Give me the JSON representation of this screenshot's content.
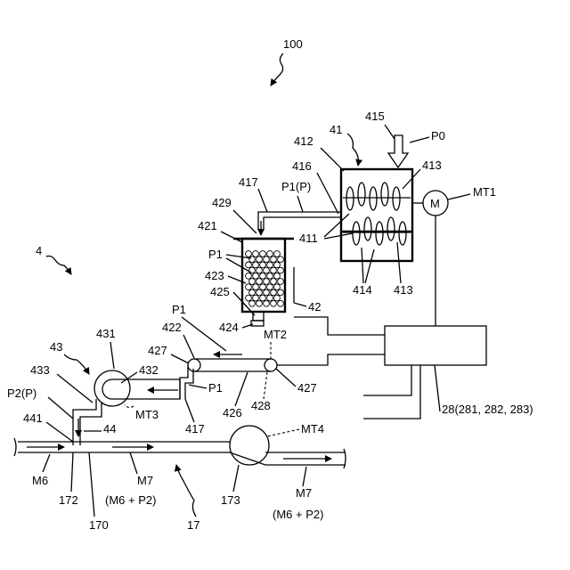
{
  "labels": {
    "l100": "100",
    "l4": "4",
    "l41": "41",
    "l412": "412",
    "l415": "415",
    "lP0": "P0",
    "l413a": "413",
    "l416": "416",
    "lMT1": "MT1",
    "l417a": "417",
    "lP1P": "P1(P)",
    "l429": "429",
    "l421": "421",
    "l411": "411",
    "lP1a": "P1",
    "l423": "423",
    "l414": "414",
    "l413b": "413",
    "l425": "425",
    "l42": "42",
    "l424": "424",
    "lP1b": "P1",
    "l422": "422",
    "lMT2": "MT2",
    "l431": "431",
    "l43": "43",
    "l427a": "427",
    "l433": "433",
    "l432": "432",
    "lP1c": "P1",
    "l427b": "427",
    "lP2P": "P2(P)",
    "lMT3": "MT3",
    "l426": "426",
    "l428": "428",
    "l28": "28(281, 282, 283)",
    "l441": "441",
    "l44": "44",
    "l417b": "417",
    "lMT4": "MT4",
    "lM6": "M6",
    "lM7a": "M7",
    "lM6P2a": "(M6 + P2)",
    "l172": "172",
    "l173": "173",
    "lM7b": "M7",
    "lM6P2b": "(M6 + P2)",
    "l170": "170",
    "l17": "17",
    "motor": "M"
  }
}
